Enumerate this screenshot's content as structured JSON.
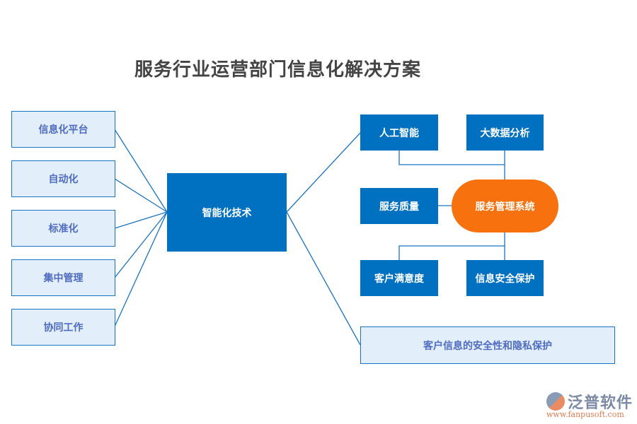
{
  "title": "服务行业运营部门信息化解决方案",
  "left_items": [
    "信息化平台",
    "自动化",
    "标准化",
    "集中管理",
    "协同工作"
  ],
  "center": "智能化技术",
  "right": {
    "ai": "人工智能",
    "bigdata": "大数据分析",
    "quality": "服务质量",
    "system": "服务管理系统",
    "satisfaction": "客户满意度",
    "security": "信息安全保护",
    "privacy": "客户信息的安全性和隐私保护"
  },
  "logo": {
    "name": "泛普软件",
    "url": "www.fanpusoft.com"
  },
  "colors": {
    "dark_box": "#0070c0",
    "light_box": "#e2eef9",
    "oval": "#f7720f",
    "line": "#1b73c2"
  }
}
